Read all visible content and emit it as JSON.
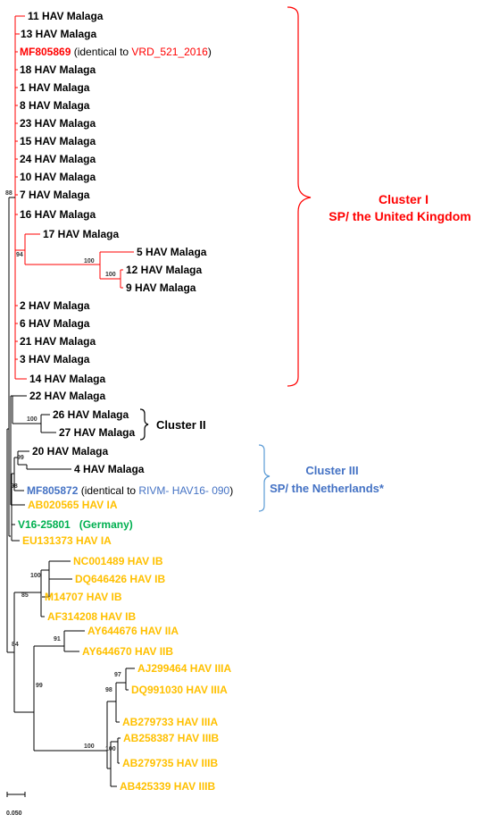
{
  "colors": {
    "black": "#000000",
    "red": "#ff0000",
    "blue": "#4472c4",
    "green": "#00b050",
    "gold": "#ffc000",
    "brace_red": "#ff0000",
    "brace_blue": "#5b9bd5"
  },
  "taxa": {
    "t11": "11 HAV Malaga",
    "t13": "13 HAV Malaga",
    "mf805869": "MF805869",
    "mf805869_par_open": " (identical to ",
    "vrd": "VRD_521_2016",
    "par_close": ")",
    "t18": "18 HAV Malaga",
    "t1": "1 HAV Malaga",
    "t8": "8 HAV Malaga",
    "t23": "23 HAV Malaga",
    "t15": "15 HAV Malaga",
    "t24": "24 HAV Malaga",
    "t10": "10 HAV Malaga",
    "t7": "7 HAV Malaga",
    "t16": "16 HAV Malaga",
    "t17": "17 HAV Malaga",
    "t5": "5 HAV Malaga",
    "t12": "12 HAV Malaga",
    "t9": "9 HAV Malaga",
    "t2": "2 HAV Malaga",
    "t6": "6 HAV Malaga",
    "t21": "21 HAV Malaga",
    "t3": "3 HAV Malaga",
    "t14": "14 HAV Malaga",
    "t22": "22 HAV Malaga",
    "t26": "26 HAV Malaga",
    "t27": "27 HAV Malaga",
    "t20": "20 HAV Malaga",
    "t4": "4 HAV Malaga",
    "mf805872": "MF805872",
    "mf805872_par_open": " (identical to ",
    "rivm": "RIVM- HAV16- 090",
    "ab020565": "AB020565 HAV IA",
    "v16": "V16-25801",
    "germany": "(Germany)",
    "eu131373": "EU131373 HAV IA",
    "nc001489": "NC001489 HAV IB",
    "dq646426": "DQ646426 HAV IB",
    "m14707": "M14707 HAV IB",
    "af314208": "AF314208 HAV IB",
    "ay644676": "AY644676 HAV IIA",
    "ay644670": "AY644670 HAV IIB",
    "aj299464": "AJ299464 HAV IIIA",
    "dq991030": "DQ991030 HAV IIIA",
    "ab279733": "AB279733 HAV IIIA",
    "ab258387": "AB258387 HAV IIIB",
    "ab279735": "AB279735 HAV IIIB",
    "ab425339": "AB425339 HAV IIIB"
  },
  "bootstrap": {
    "b88": "88",
    "b94": "94",
    "b100_5": "100",
    "b100_12": "100",
    "b100_26": "100",
    "b99_20": "99",
    "b98": "98",
    "b100_nc": "100",
    "b85": "85",
    "b84": "84",
    "b91": "91",
    "b99_g3": "99",
    "b97": "97",
    "b98_g3": "98",
    "b100_g3": "100",
    "b100_ab": "100"
  },
  "clusters": {
    "c1_line1": "Cluster I",
    "c1_line2": "SP/ the United Kingdom",
    "c2": "Cluster II",
    "c3_line1": "Cluster III",
    "c3_line2": "SP/ the Netherlands*"
  },
  "scale_bar": {
    "label": "0.050"
  }
}
